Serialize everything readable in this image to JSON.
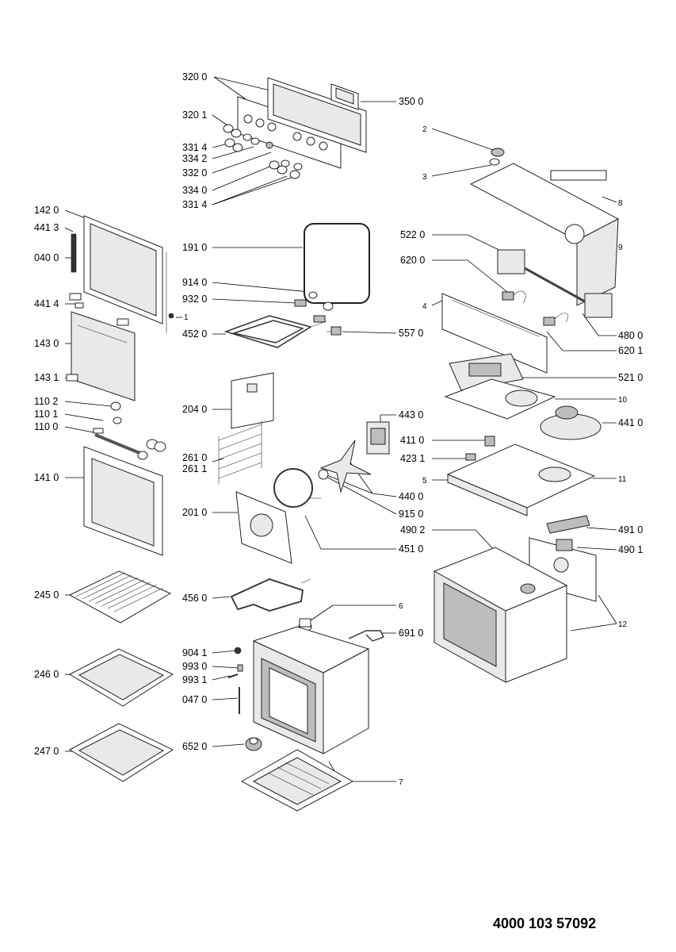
{
  "labels": {
    "l3200": "320 0",
    "l3500": "350 0",
    "l3201": "320 1",
    "l3314a": "331 4",
    "l3342": "334 2",
    "l3320": "332 0",
    "l3340": "334 0",
    "l3314b": "331 4",
    "l1420": "142 0",
    "l4413": "441 3",
    "l0400": "040 0",
    "l4414": "441 4",
    "l1430": "143 0",
    "l1431": "143 1",
    "l1102": "110 2",
    "l1101": "110 1",
    "l1100": "110 0",
    "l1410": "141 0",
    "l2450": "245 0",
    "l2460": "246 0",
    "l2470": "247 0",
    "l1910": "191 0",
    "l9140": "914 0",
    "l9320": "932 0",
    "l4520": "452 0",
    "l5570": "557 0",
    "l2040": "204 0",
    "l2610": "261 0",
    "l2611": "261 1",
    "l2010": "201 0",
    "l4560": "456 0",
    "l4430": "443 0",
    "l4400": "440 0",
    "l9150": "915 0",
    "l4510": "451 0",
    "l6910": "691 0",
    "l9041": "904 1",
    "l9930": "993 0",
    "l9931": "993 1",
    "l0470": "047 0",
    "l6520": "652 0",
    "l5220": "522 0",
    "l6200": "620 0",
    "l4800": "480 0",
    "l6201": "620 1",
    "l5210": "521 0",
    "l4410": "441 0",
    "l4110": "411 0",
    "l4231": "423 1",
    "l4902": "490 2",
    "l4910": "491 0",
    "l4901": "490 1",
    "c1": "1",
    "c2": "2",
    "c3": "3",
    "c4": "4",
    "c5": "5",
    "c6": "6",
    "c7": "7",
    "c8": "8",
    "c9": "9",
    "c10": "10",
    "c11": "11",
    "c12": "12"
  },
  "document_number": "4000 103 57092"
}
